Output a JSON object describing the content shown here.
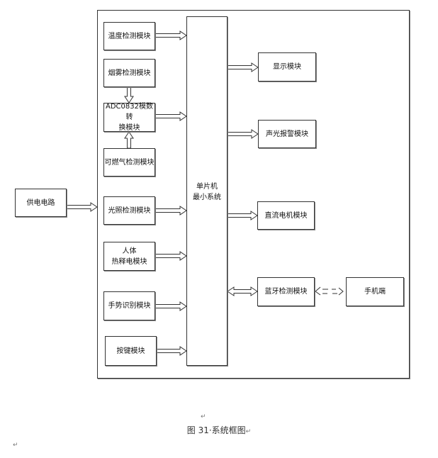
{
  "diagram": {
    "title": "系统框图",
    "power": {
      "label": "供电电路"
    },
    "mcu": {
      "label": "单片机\n最小系统"
    },
    "inputs": [
      {
        "id": "temp",
        "label": "温度检测模块"
      },
      {
        "id": "smoke",
        "label": "烟雾检测模块"
      },
      {
        "id": "adc",
        "label": "ADC0832模数转\n换模块"
      },
      {
        "id": "gas",
        "label": "可燃气检测模块"
      },
      {
        "id": "light",
        "label": "光照检测模块"
      },
      {
        "id": "pir",
        "label": "人体\n热释电模块"
      },
      {
        "id": "gesture",
        "label": "手势识别模块"
      },
      {
        "id": "key",
        "label": "按键模块"
      }
    ],
    "outputs": [
      {
        "id": "display",
        "label": "显示模块"
      },
      {
        "id": "alarm",
        "label": "声光报警模块"
      },
      {
        "id": "motor",
        "label": "直流电机模块"
      },
      {
        "id": "bluetooth",
        "label": "蓝牙检测模块"
      }
    ],
    "phone": {
      "label": "手机端"
    },
    "connections": [
      {
        "from": "power",
        "to": "system",
        "type": "one-way"
      },
      {
        "from": "temp",
        "to": "mcu",
        "type": "one-way"
      },
      {
        "from": "smoke",
        "to": "adc",
        "type": "one-way"
      },
      {
        "from": "gas",
        "to": "adc",
        "type": "one-way"
      },
      {
        "from": "adc",
        "to": "mcu",
        "type": "one-way"
      },
      {
        "from": "light",
        "to": "mcu",
        "type": "one-way"
      },
      {
        "from": "pir",
        "to": "mcu",
        "type": "one-way"
      },
      {
        "from": "gesture",
        "to": "mcu",
        "type": "one-way"
      },
      {
        "from": "key",
        "to": "mcu",
        "type": "one-way"
      },
      {
        "from": "mcu",
        "to": "display",
        "type": "one-way"
      },
      {
        "from": "mcu",
        "to": "alarm",
        "type": "one-way"
      },
      {
        "from": "mcu",
        "to": "motor",
        "type": "one-way"
      },
      {
        "from": "mcu",
        "to": "bluetooth",
        "type": "two-way"
      },
      {
        "from": "bluetooth",
        "to": "phone",
        "type": "wireless-two-way"
      }
    ]
  },
  "caption": {
    "text": "图 31·系统框图"
  },
  "paragraph_marks": {
    "mark": "↵"
  }
}
